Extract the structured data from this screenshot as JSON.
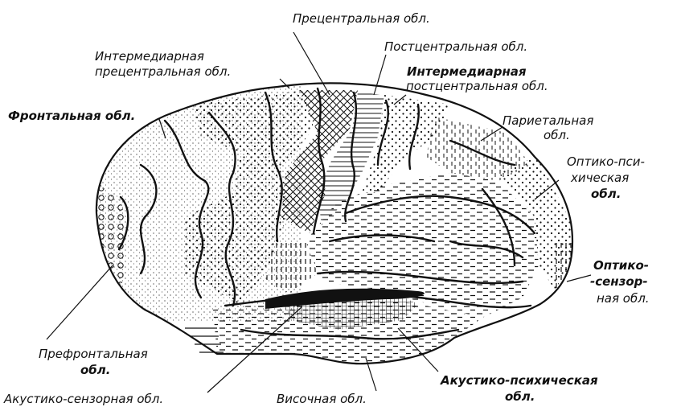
{
  "labels": {
    "precentral": "Прецентральная обл.",
    "intermediate_precentral_1": "Интермедиарная",
    "intermediate_precentral_2": "прецентральная обл.",
    "postcentral": "Постцентральная обл.",
    "intermediate_postcentral_1": "Интермедиарная",
    "intermediate_postcentral_2": "постцентральная обл.",
    "frontal": "Фронтальная обл.",
    "parietal_1": "Париетальная",
    "parietal_2": "обл.",
    "optic_psychic_1": "Оптико-пси-",
    "optic_psychic_2": "хическая",
    "optic_psychic_3": "обл.",
    "optic_sensory_1": "Оптико-",
    "optic_sensory_2": "-сензор-",
    "optic_sensory_3": "ная обл.",
    "prefrontal_1": "Префронтальная",
    "prefrontal_2": "обл.",
    "acoustic_sensory": "Акустико-сензорная обл.",
    "temporal": "Височная обл.",
    "acoustic_psychic_1": "Акустико-психическая",
    "acoustic_psychic_2": "обл."
  },
  "colors": {
    "ink": "#111111",
    "background": "#ffffff"
  }
}
